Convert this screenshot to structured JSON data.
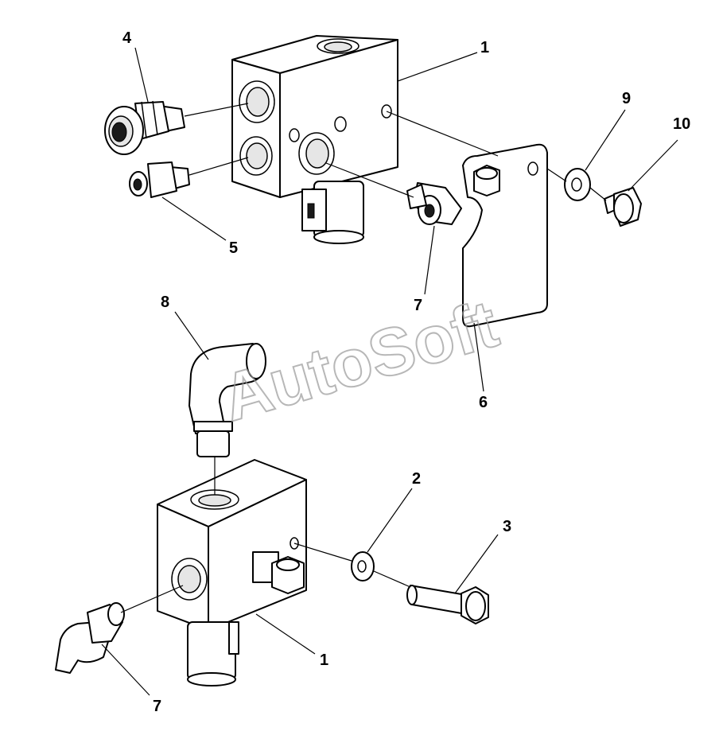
{
  "callouts": {
    "c1_top": "1",
    "c1_bottom": "1",
    "c2": "2",
    "c3": "3",
    "c4": "4",
    "c5": "5",
    "c6": "6",
    "c7_upper": "7",
    "c7_lower": "7",
    "c8": "8",
    "c9": "9",
    "c10": "10"
  },
  "watermark": "AutoSoft"
}
